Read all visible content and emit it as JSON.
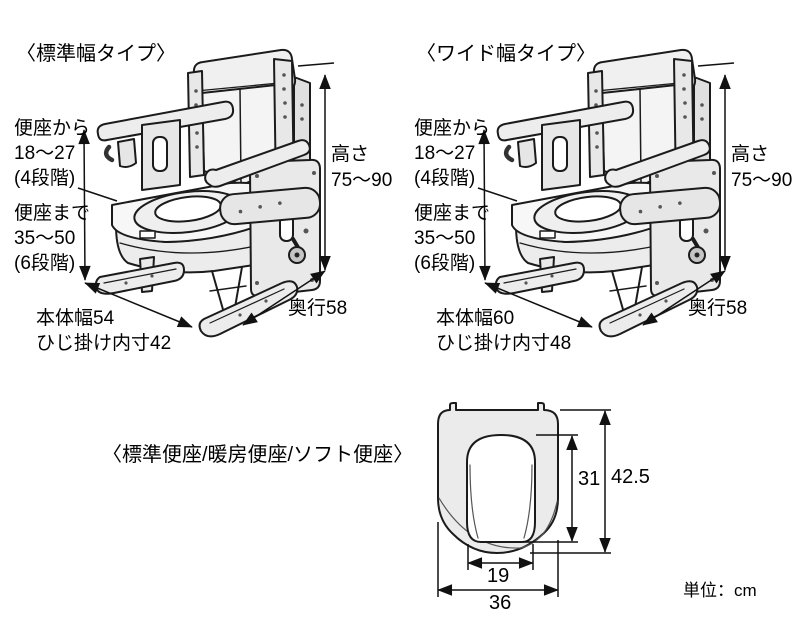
{
  "page": {
    "unit_label": "単位：cm"
  },
  "chairs": [
    {
      "title": "〈標準幅タイプ〉",
      "seat_from_line1": "便座から",
      "seat_from_line2": "18〜27",
      "seat_from_line3": "(4段階)",
      "seat_to_line1": "便座まで",
      "seat_to_line2": "35〜50",
      "seat_to_line3": "(6段階)",
      "height_line1": "高さ",
      "height_line2": "75〜90",
      "body_width": "本体幅54",
      "armrest_width": "ひじ掛け内寸42",
      "depth": "奥行58"
    },
    {
      "title": "〈ワイド幅タイプ〉",
      "seat_from_line1": "便座から",
      "seat_from_line2": "18〜27",
      "seat_from_line3": "(4段階)",
      "seat_to_line1": "便座まで",
      "seat_to_line2": "35〜50",
      "seat_to_line3": "(6段階)",
      "height_line1": "高さ",
      "height_line2": "75〜90",
      "body_width": "本体幅60",
      "armrest_width": "ひじ掛け内寸48",
      "depth": "奥行58"
    }
  ],
  "seat": {
    "title": "〈標準便座/暖房便座/ソフト便座〉",
    "dim_inner_height": "31",
    "dim_outer_height": "42.5",
    "dim_inner_width": "19",
    "dim_outer_width": "36"
  },
  "colors": {
    "line": "#1b1b1b",
    "fill_light": "#f0f0f0",
    "fill_mid": "#e8e8e8"
  }
}
